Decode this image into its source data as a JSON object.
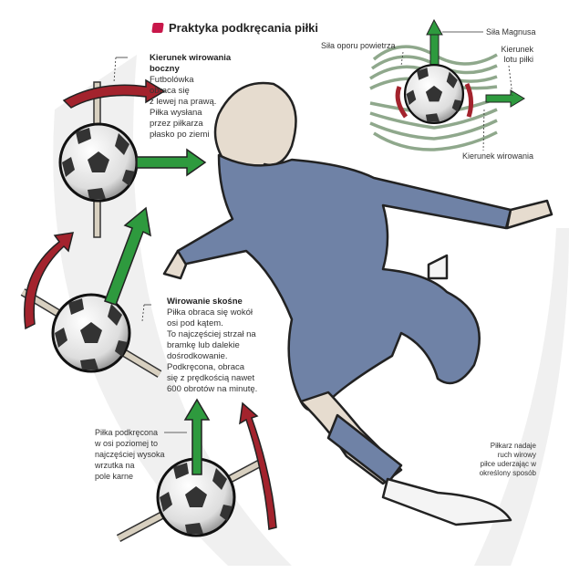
{
  "title": "Praktyka podkręcania piłki",
  "colors": {
    "accent": "#c8174a",
    "arrow_green": "#2e9a3e",
    "arrow_red": "#a3232d",
    "airflow": "#8fa88c",
    "jersey": "#6f82a6"
  },
  "side_spin": {
    "heading": "Kierunek wirowania boczny",
    "lines": [
      "Futbolówka",
      "obraca się",
      "z lewej na prawą.",
      "Piłka wysłana",
      "przez piłkarza",
      "płasko po ziemi"
    ]
  },
  "diagonal_spin": {
    "heading": "Wirowanie skośne",
    "lines": [
      "Piłka obraca się wokół",
      "osi pod kątem.",
      "To najczęściej strzał na",
      "bramkę lub dalekie",
      "dośrodkowanie.",
      "Podkręcona, obraca",
      "się z prędkością nawet",
      "600 obrotów na minutę."
    ]
  },
  "horizontal_spin": {
    "lines": [
      "Piłka podkręcona",
      "w osi poziomej to",
      "najczęściej wysoka",
      "wrzutka na",
      "pole karne"
    ]
  },
  "magnus": {
    "magnus_force": "Siła Magnusa",
    "air_resistance": "Siła oporu powietrza",
    "flight_direction": [
      "Kierunek",
      "lotu piłki"
    ],
    "spin_direction": "Kierunek wirowania"
  },
  "player_note": [
    "Piłkarz nadaje",
    "ruch wirowy",
    "piłce uderzając w",
    "określony sposób"
  ]
}
